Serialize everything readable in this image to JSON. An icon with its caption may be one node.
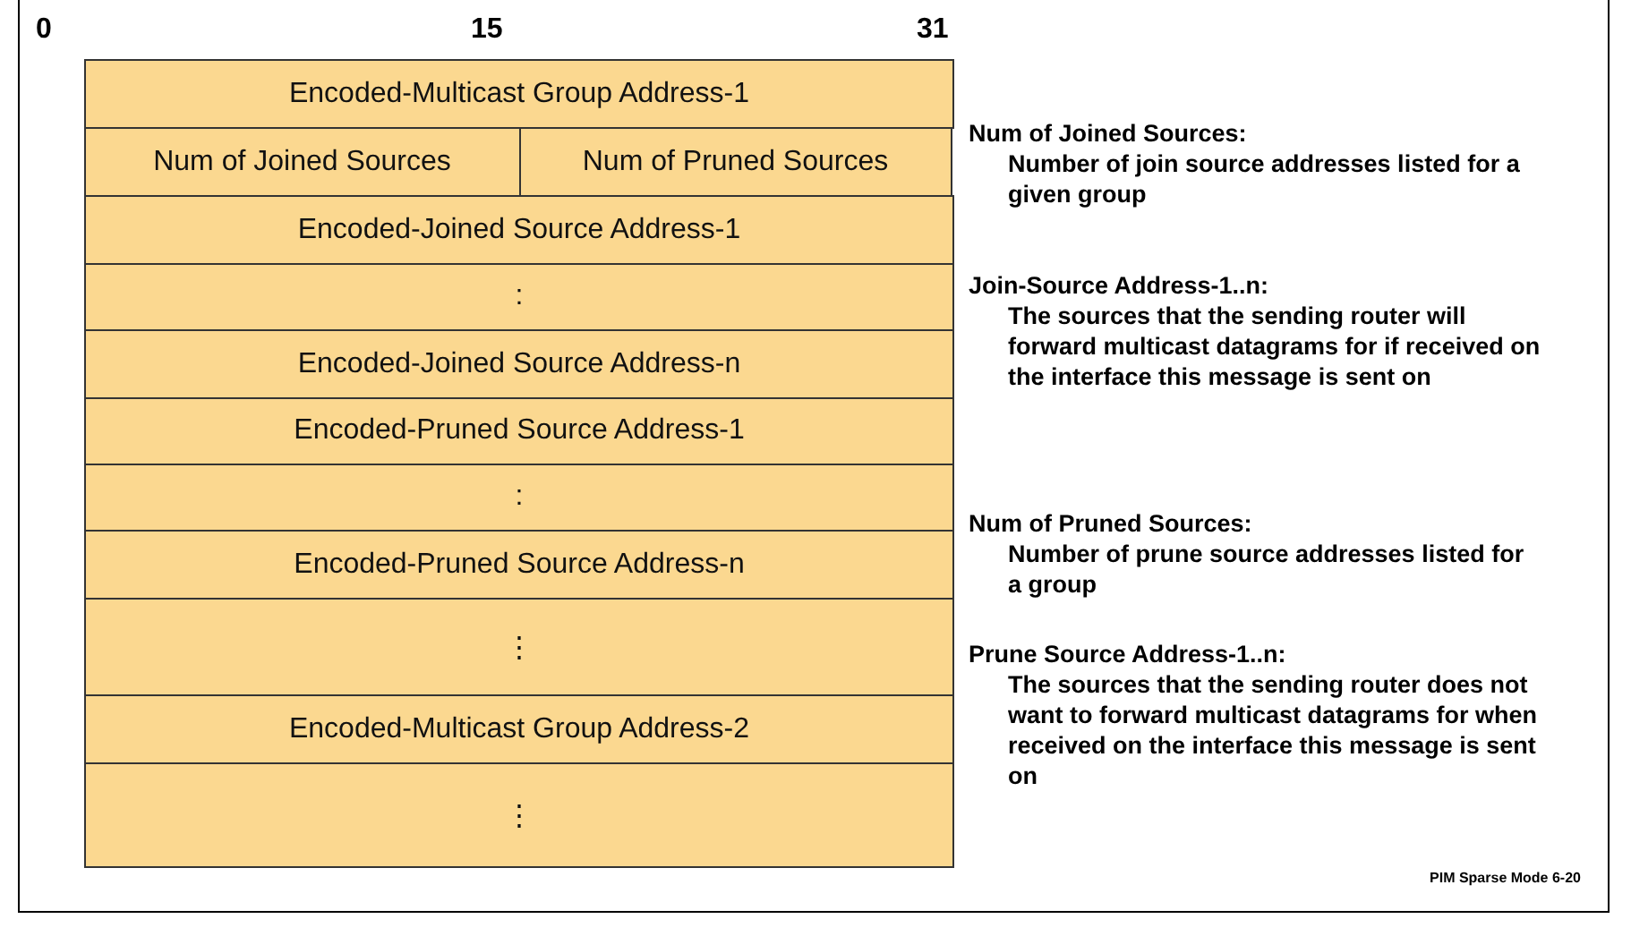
{
  "diagram": {
    "nodes": [
      {
        "text": [
          "Encoded-Multicast Group Address-1"
        ]
      },
      {
        "text": [
          "Num of Joined Sources"
        ]
      },
      {
        "text": [
          "Num of Pruned Sources"
        ]
      },
      {
        "text": [
          "Encoded-Joined Source Address-1"
        ]
      },
      {
        "text": [
          ":"
        ]
      },
      {
        "text": [
          "Encoded-Joined Source Address-n"
        ]
      },
      {
        "text": [
          "Encoded-Pruned Source Address-1"
        ]
      },
      {
        "text": [
          ":"
        ]
      },
      {
        "text": [
          "Encoded-Pruned Source Address-n"
        ]
      },
      {
        "text": [
          "⋮"
        ]
      },
      {
        "text": [
          "Encoded-Multicast Group Address-2"
        ]
      },
      {
        "text": [
          "⋮"
        ]
      }
    ],
    "labels": [
      "0",
      "15",
      "31",
      "Num of Joined Sources:",
      "Number of join source addresses listed for a given group",
      "Join-Source Address-1..n:",
      "The sources that the sending router will forward multicast datagrams for if received on the interface this message is sent on",
      "Num of Pruned Sources:",
      "Number of prune source addresses listed for a group",
      "Prune Source Address-1..n:",
      "The sources that the sending router does not want to forward multicast datagrams for when received on the interface this message is sent on",
      "PIM Sparse Mode 6-20"
    ]
  }
}
